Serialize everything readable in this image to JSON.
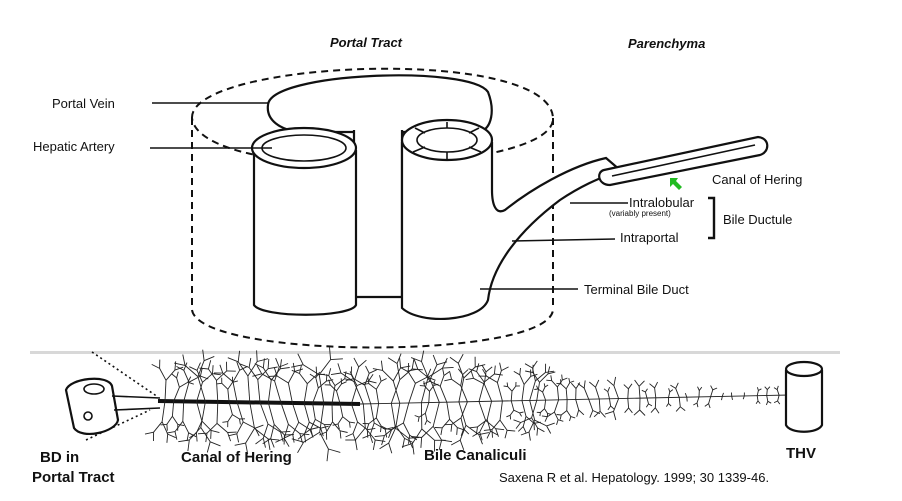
{
  "headers": {
    "portal_tract": "Portal Tract",
    "parenchyma": "Parenchyma"
  },
  "labels": {
    "portal_vein": "Portal Vein",
    "hepatic_artery": "Hepatic Artery",
    "canal_of_hering": "Canal of Hering",
    "intralobular": "Intralobular",
    "variably_present": "(variably present)",
    "bile_ductule": "Bile Ductule",
    "intraportal": "Intraportal",
    "terminal_bile_duct": "Terminal Bile Duct"
  },
  "bottom_labels": {
    "bd_in_line1": "BD in",
    "bd_in_line2": "Portal Tract",
    "canal_of_hering": "Canal of Hering",
    "bile_canaliculi": "Bile Canaliculi",
    "thv": "THV"
  },
  "citation": "Saxena R et al.  Hepatology. 1999;  30 1339-46.",
  "colors": {
    "cursor": "#22bb22",
    "ink": "#111111"
  },
  "icons": {
    "cursor": "arrow-cursor-icon"
  }
}
